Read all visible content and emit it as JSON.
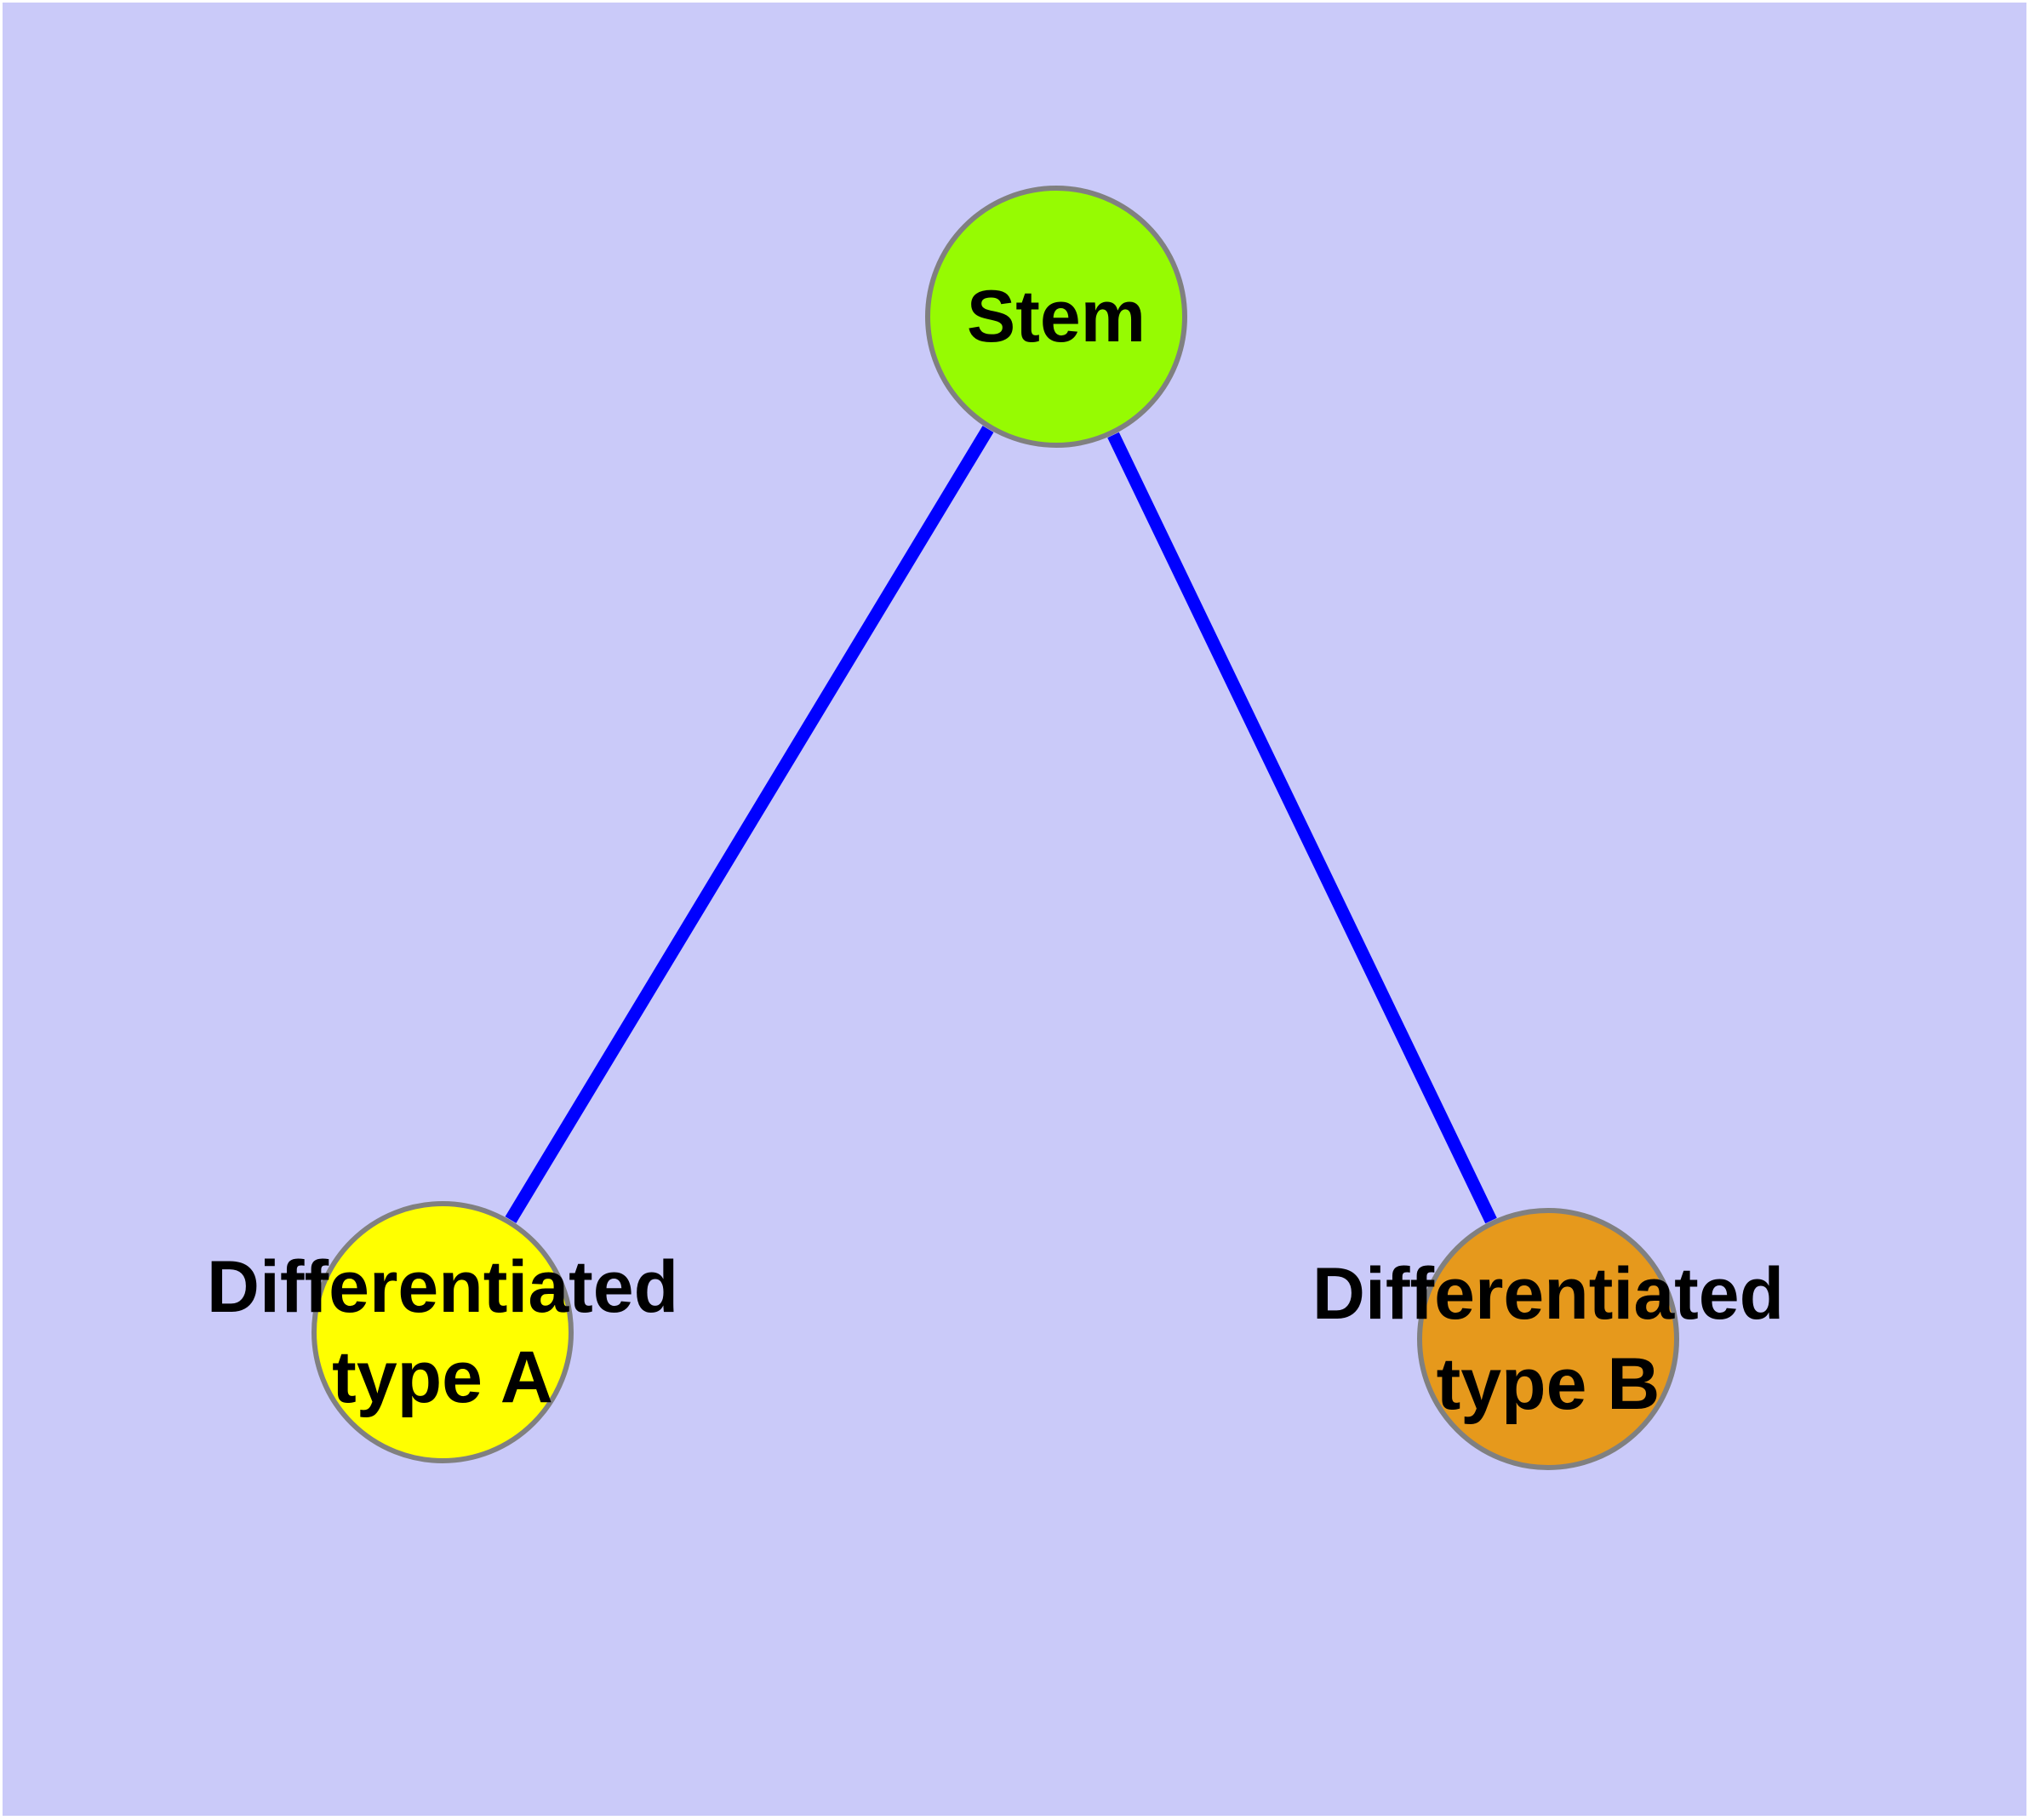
{
  "diagram": {
    "type": "network-graph",
    "description": "Stem cell differentiation graph: one stem node linked to two differentiated cell type nodes",
    "colors": {
      "page_background": "#FFFFFF",
      "canvas_background": "#CACAF9",
      "edge": "#0000FF",
      "node_border": "#808080",
      "label_text": "#000000"
    },
    "nodes": {
      "stem": {
        "label": "Stem",
        "label_lines": [
          "Stem"
        ],
        "fill": "#96FB02"
      },
      "type_a": {
        "label": "Differentiated type A",
        "label_lines": [
          "Differentiated",
          "type A"
        ],
        "fill": "#FFFF00"
      },
      "type_b": {
        "label": "Differentiated type B",
        "label_lines": [
          "Differentiated",
          "type B"
        ],
        "fill": "#E6991C"
      }
    },
    "edges": [
      {
        "from": "Stem",
        "to": "Differentiated type A"
      },
      {
        "from": "Stem",
        "to": "Differentiated type B"
      }
    ]
  }
}
